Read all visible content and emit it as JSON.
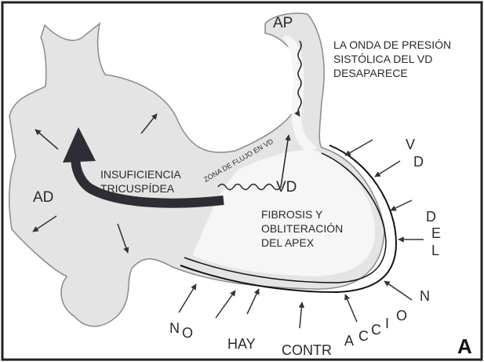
{
  "labels": {
    "ap": "AP",
    "ad": "AD",
    "vd": "VD",
    "panel": "A",
    "pressure_line1": "LA ONDA DE PRESIÓN",
    "pressure_line2": "SISTÓLICA DEL VD",
    "pressure_line3": "DESAPARECE",
    "insuf_line1": "INSUFICIENCIA",
    "insuf_line2": "TRICUSPÍDEA",
    "fibrosis_line1": "FIBROSIS Y",
    "fibrosis_line2": "OBLITERACIÓN",
    "fibrosis_line3": "DEL APEX",
    "flow_zone": "ZONA DE FLUJO EN VD",
    "v": "V",
    "d": "D",
    "de_d": "D",
    "de_e": "E",
    "de_l": "L",
    "no_n": "N",
    "no_o": "O",
    "hay": "HAY",
    "contr": "CONTR",
    "a": "A",
    "c1": "C",
    "c2": "C",
    "i": "I",
    "o": "O",
    "n": "N"
  }
}
